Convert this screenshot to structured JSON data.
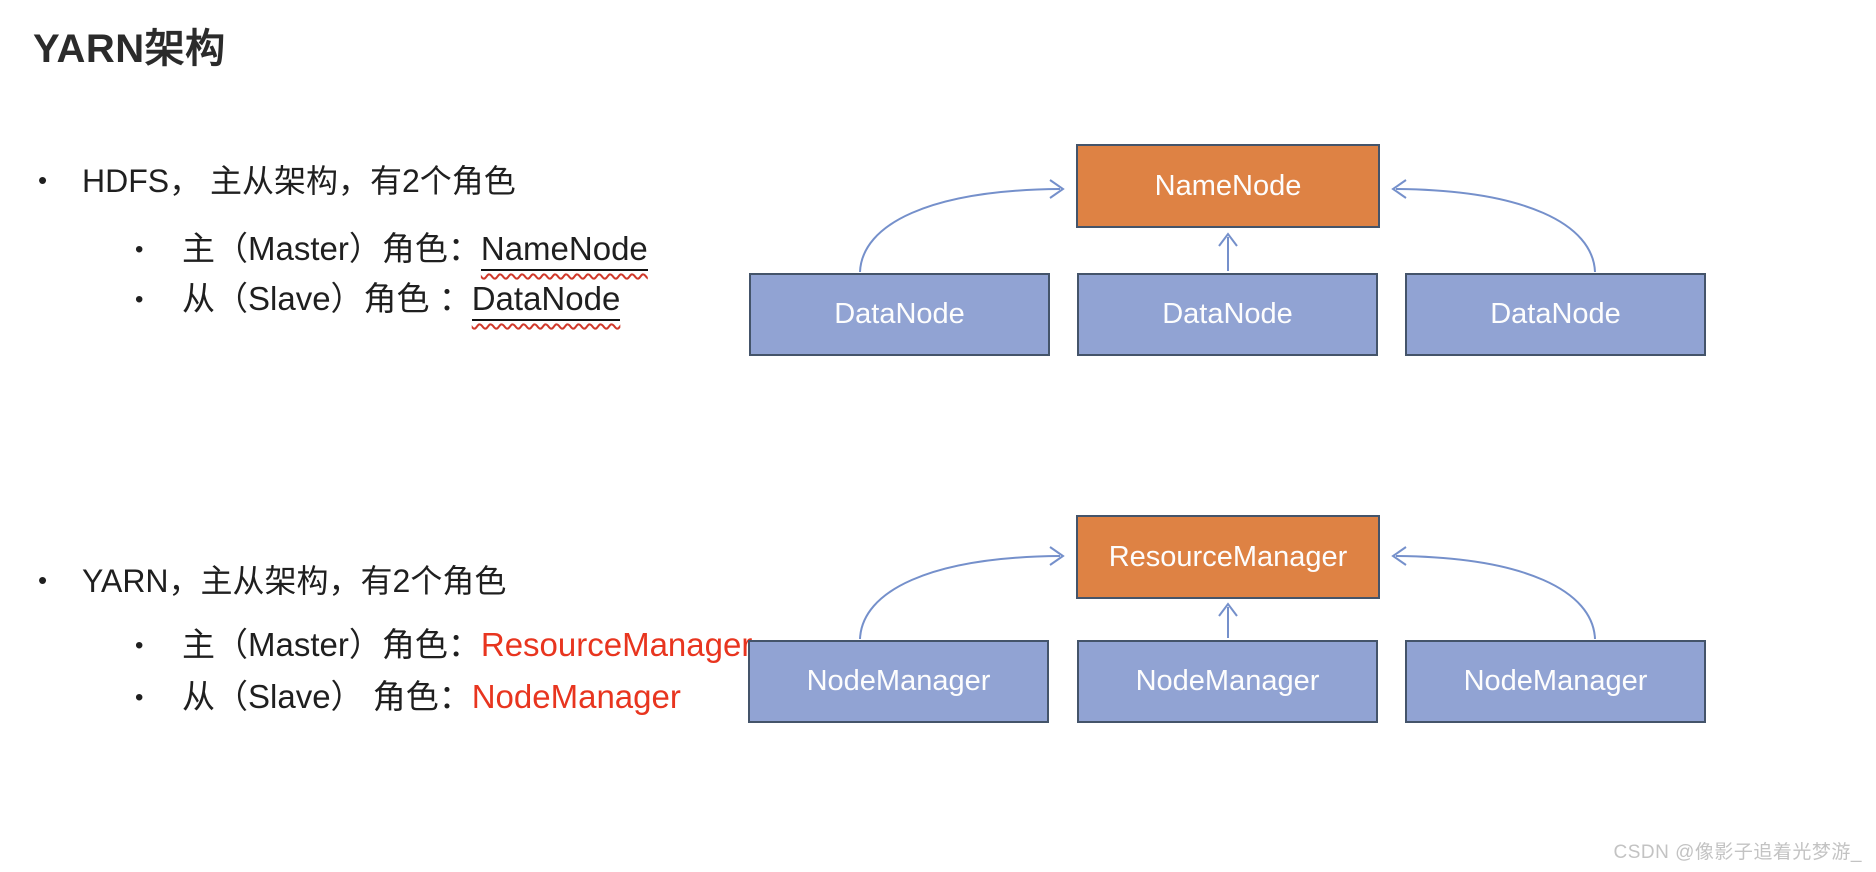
{
  "title": "YARN架构",
  "bullet_char": "•",
  "sections": [
    {
      "heading": "HDFS， 主从架构，有2个角色",
      "bullets": [
        {
          "prefix": "主（Master）角色：",
          "term": "NameNode"
        },
        {
          "prefix": "从（Slave）角色 ：",
          "term": "DataNode"
        }
      ]
    },
    {
      "heading": "YARN，主从架构，有2个角色",
      "bullets": [
        {
          "prefix": "主（Master）角色：",
          "term": "ResourceManager"
        },
        {
          "prefix": "从（Slave） 角色：",
          "term": "NodeManager"
        }
      ]
    }
  ],
  "diagrams": [
    {
      "master": "NameNode",
      "workers": [
        "DataNode",
        "DataNode",
        "DataNode"
      ]
    },
    {
      "master": "ResourceManager",
      "workers": [
        "NodeManager",
        "NodeManager",
        "NodeManager"
      ]
    }
  ],
  "watermark": "CSDN @像影子追着光梦游_",
  "colors": {
    "orange": "#DE8244",
    "blue": "#91A3D3",
    "boxborder": "#44546A",
    "arrow": "#7590CB",
    "red": "#E8351F",
    "wavy": "#D0392B",
    "watermark": "#C3C3C3"
  }
}
